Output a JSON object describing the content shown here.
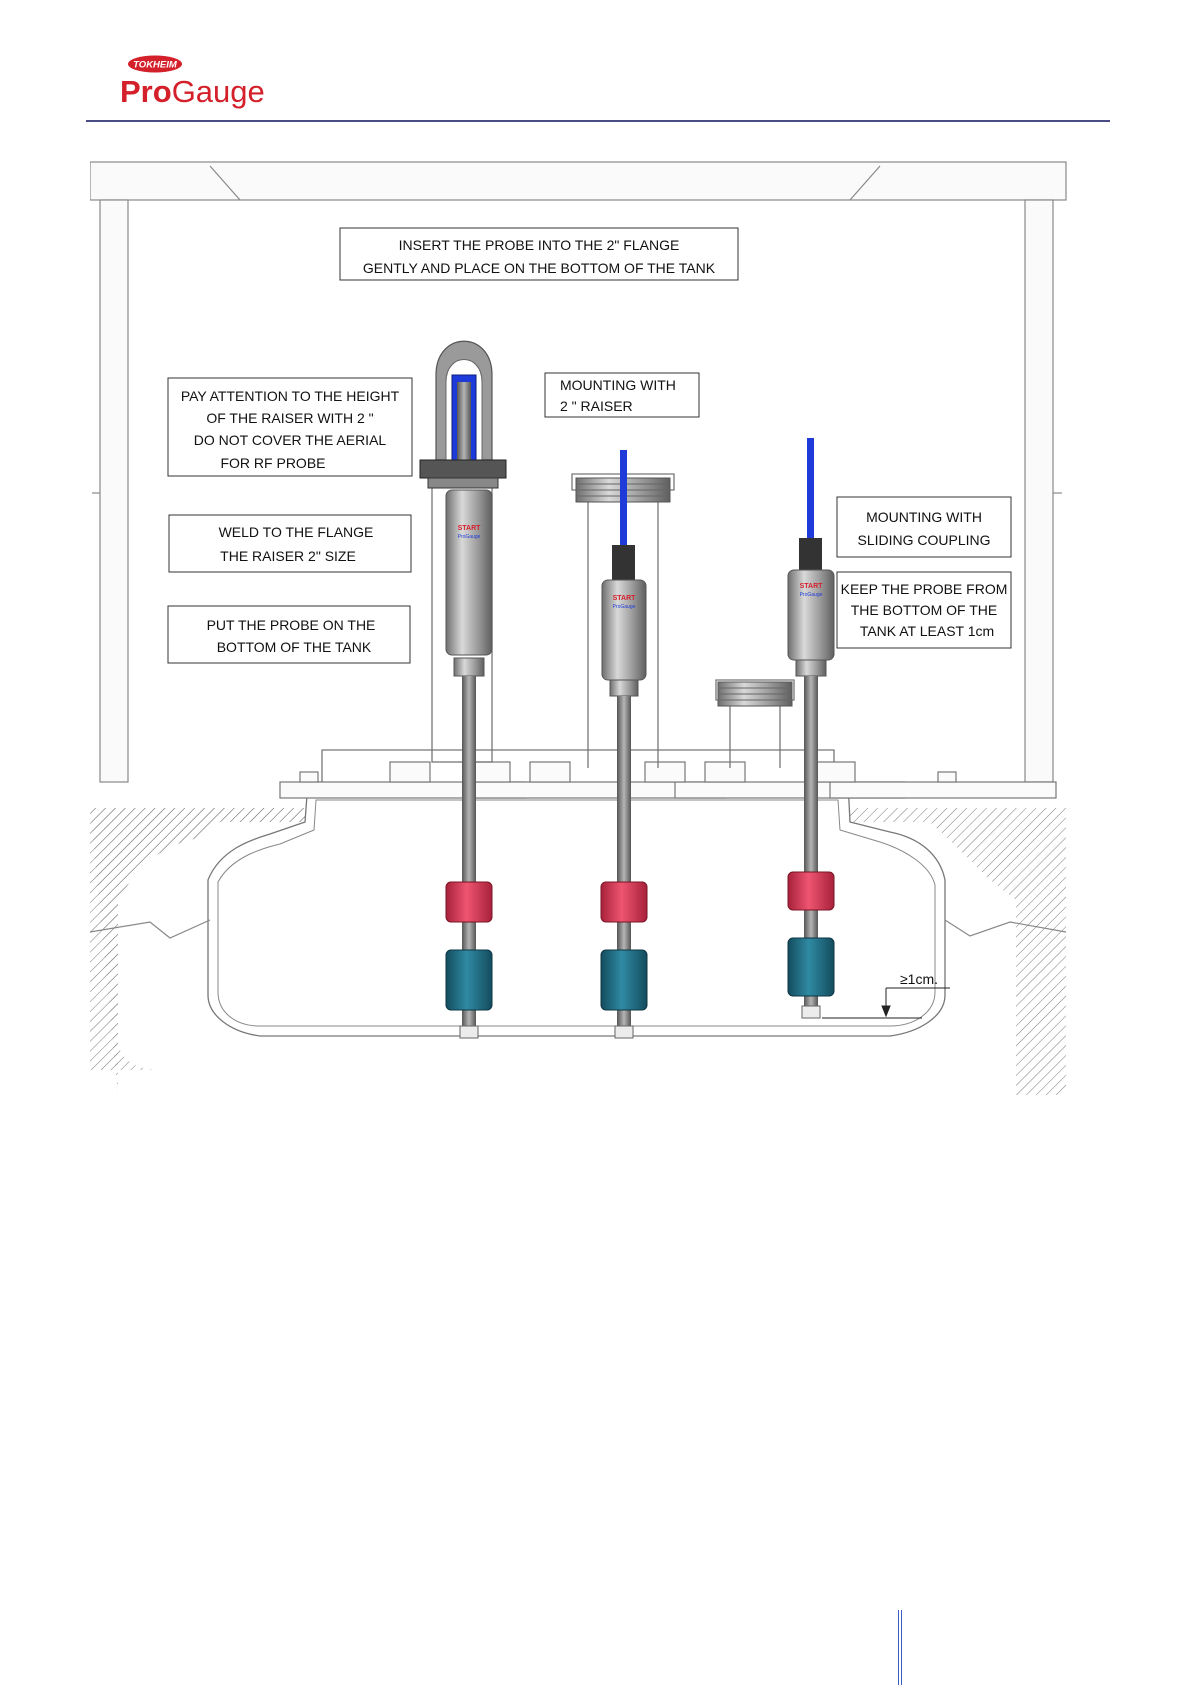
{
  "logo": {
    "badge": "TOKHEIM",
    "pro": "Pro",
    "gauge": "Gauge"
  },
  "colors": {
    "brand_red": "#d4202b",
    "rule": "#4a4c86",
    "cable_blue": "#1e3ad8",
    "float_red": "#d8334f",
    "float_teal": "#1f6f86"
  },
  "callouts": {
    "insert": [
      "INSERT THE PROBE INTO THE 2\" FLANGE",
      "GENTLY AND PLACE ON THE BOTTOM OF THE TANK"
    ],
    "attention": [
      "PAY ATTENTION TO THE HEIGHT",
      "OF THE  RAISER WITH 2 \"",
      "DO NOT COVER THE AERIAL",
      "FOR RF  PROBE"
    ],
    "raiser_mount": [
      "MOUNTING WITH",
      "2 \"   RAISER"
    ],
    "weld": [
      "WELD  TO THE FLANGE",
      "THE   RAISER 2\" SIZE"
    ],
    "put_probe": [
      "PUT THE PROBE ON THE",
      "BOTTOM OF THE TANK"
    ],
    "sliding": [
      "MOUNTING WITH",
      "SLIDING COUPLING"
    ],
    "keep": [
      "KEEP THE PROBE FROM",
      "THE BOTTOM OF THE",
      "TANK AT LEAST 1cm"
    ],
    "dimension": "≥1cm."
  },
  "probe_label": {
    "line1": "START",
    "line2": "ProGauge"
  }
}
